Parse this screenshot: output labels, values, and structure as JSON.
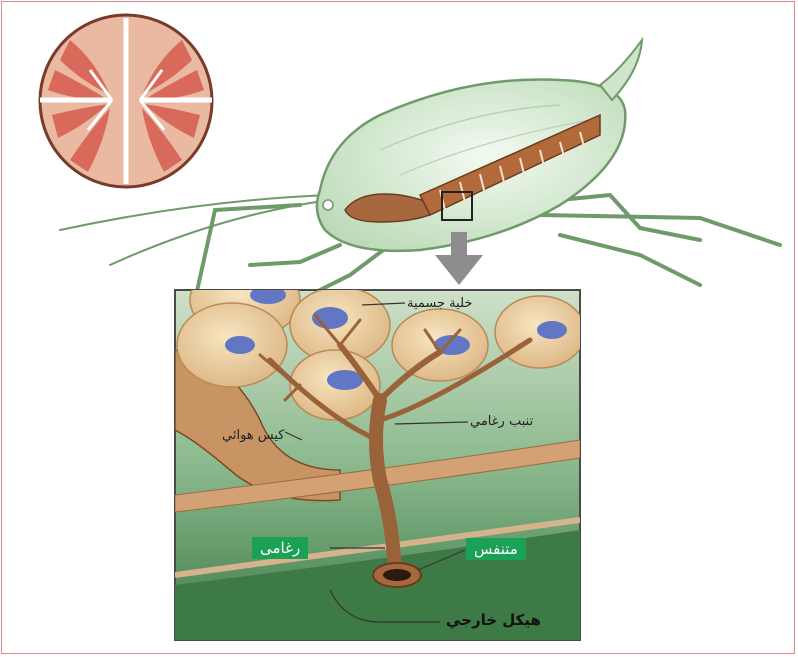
{
  "labels": {
    "body_cell": "خلية جسمية",
    "tracheole": "تنبب رغامي",
    "air_sac": "كيس هوائي",
    "trachea": "رغامى",
    "spiracle": "متنفس",
    "exoskeleton": "هيكل خارجي"
  },
  "colors": {
    "highlight": "#1aa155",
    "insect_body": "#dfeedd",
    "trachea_brown": "#a8683f",
    "cell_fill": "#f1d6a6",
    "nucleus": "#6277c4",
    "tissue_green": "#4a8a55"
  }
}
